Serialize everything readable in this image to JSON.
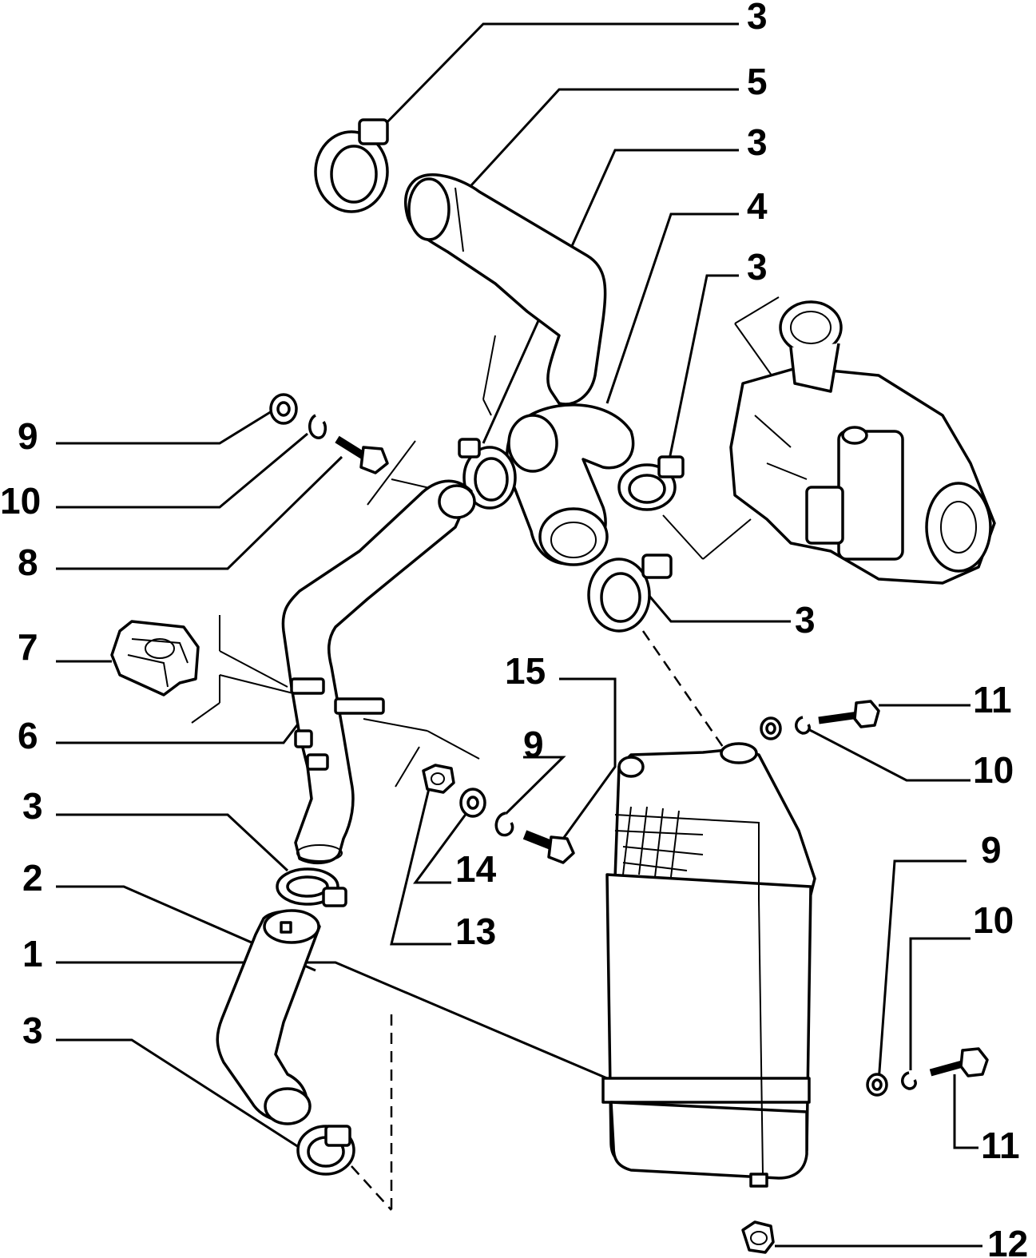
{
  "callouts": [
    {
      "id": "c3a",
      "label": "3"
    },
    {
      "id": "c5",
      "label": "5"
    },
    {
      "id": "c3b",
      "label": "3"
    },
    {
      "id": "c4",
      "label": "4"
    },
    {
      "id": "c3c",
      "label": "3"
    },
    {
      "id": "c9a",
      "label": "9"
    },
    {
      "id": "c10a",
      "label": "10"
    },
    {
      "id": "c8",
      "label": "8"
    },
    {
      "id": "c3d",
      "label": "3"
    },
    {
      "id": "c7",
      "label": "7"
    },
    {
      "id": "c15",
      "label": "15"
    },
    {
      "id": "c11a",
      "label": "11"
    },
    {
      "id": "c6",
      "label": "6"
    },
    {
      "id": "c10b",
      "label": "10"
    },
    {
      "id": "c9b",
      "label": "9"
    },
    {
      "id": "c3e",
      "label": "3"
    },
    {
      "id": "c14",
      "label": "14"
    },
    {
      "id": "c2",
      "label": "2"
    },
    {
      "id": "c9c",
      "label": "9"
    },
    {
      "id": "c13",
      "label": "13"
    },
    {
      "id": "c10c",
      "label": "10"
    },
    {
      "id": "c1",
      "label": "1"
    },
    {
      "id": "c3f",
      "label": "3"
    },
    {
      "id": "c11b",
      "label": "11"
    },
    {
      "id": "c12",
      "label": "12"
    }
  ]
}
